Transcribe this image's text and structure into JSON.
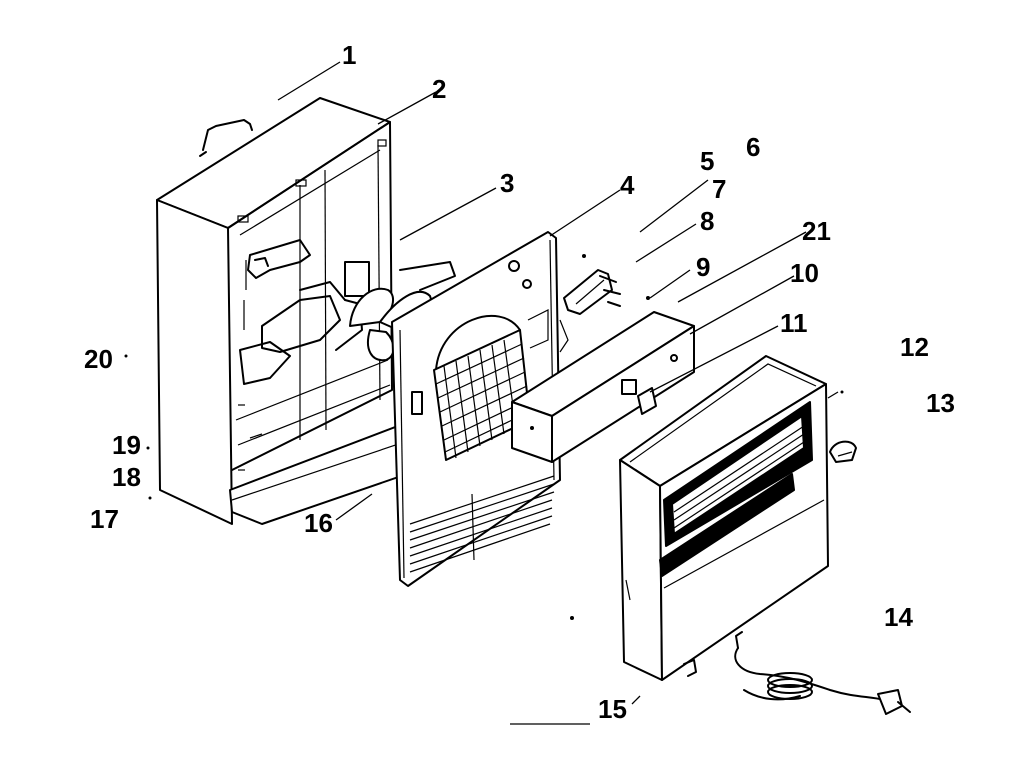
{
  "diagram": {
    "type": "exploded-parts-view",
    "ink_color": "#000000",
    "background_color": "#ffffff",
    "callouts": [
      {
        "id": "c1",
        "label": "1"
      },
      {
        "id": "c2",
        "label": "2"
      },
      {
        "id": "c3",
        "label": "3"
      },
      {
        "id": "c4",
        "label": "4"
      },
      {
        "id": "c5",
        "label": "5"
      },
      {
        "id": "c6",
        "label": "6"
      },
      {
        "id": "c7",
        "label": "7"
      },
      {
        "id": "c8",
        "label": "8"
      },
      {
        "id": "c9",
        "label": "9"
      },
      {
        "id": "c10",
        "label": "10"
      },
      {
        "id": "c11",
        "label": "11"
      },
      {
        "id": "c12",
        "label": "12"
      },
      {
        "id": "c13",
        "label": "13"
      },
      {
        "id": "c14",
        "label": "14"
      },
      {
        "id": "c15",
        "label": "15"
      },
      {
        "id": "c16",
        "label": "16"
      },
      {
        "id": "c17",
        "label": "17"
      },
      {
        "id": "c18",
        "label": "18"
      },
      {
        "id": "c19",
        "label": "19"
      },
      {
        "id": "c20",
        "label": "20"
      },
      {
        "id": "c21",
        "label": "21"
      }
    ]
  }
}
